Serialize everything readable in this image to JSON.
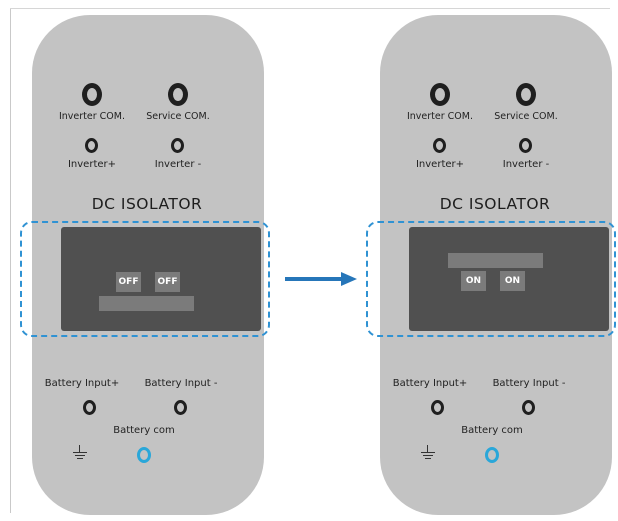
{
  "left_panel": {
    "inverter_com": "Inverter COM.",
    "service_com": "Service COM.",
    "inverter_plus": "Inverter+",
    "inverter_minus": "Inverter -",
    "dc_isolator": "DC ISOLATOR",
    "switch_left": "OFF",
    "switch_right": "OFF",
    "battery_plus": "Battery Input+",
    "battery_minus": "Battery Input -",
    "battery_com": "Battery com"
  },
  "right_panel": {
    "inverter_com": "Inverter COM.",
    "service_com": "Service COM.",
    "inverter_plus": "Inverter+",
    "inverter_minus": "Inverter -",
    "dc_isolator": "DC ISOLATOR",
    "switch_left": "ON",
    "switch_right": "ON",
    "battery_plus": "Battery Input+",
    "battery_minus": "Battery Input -",
    "battery_com": "Battery com"
  },
  "colors": {
    "panel": "#c3c3c3",
    "switch_box": "#505050",
    "switch_button": "#7b7b7b",
    "highlight_dash": "#2f92d3",
    "arrow": "#2676b9",
    "battery_com_port": "#2aa7d9"
  },
  "icons": [
    "port-ring-icon",
    "ground-icon",
    "arrow-right-icon"
  ]
}
